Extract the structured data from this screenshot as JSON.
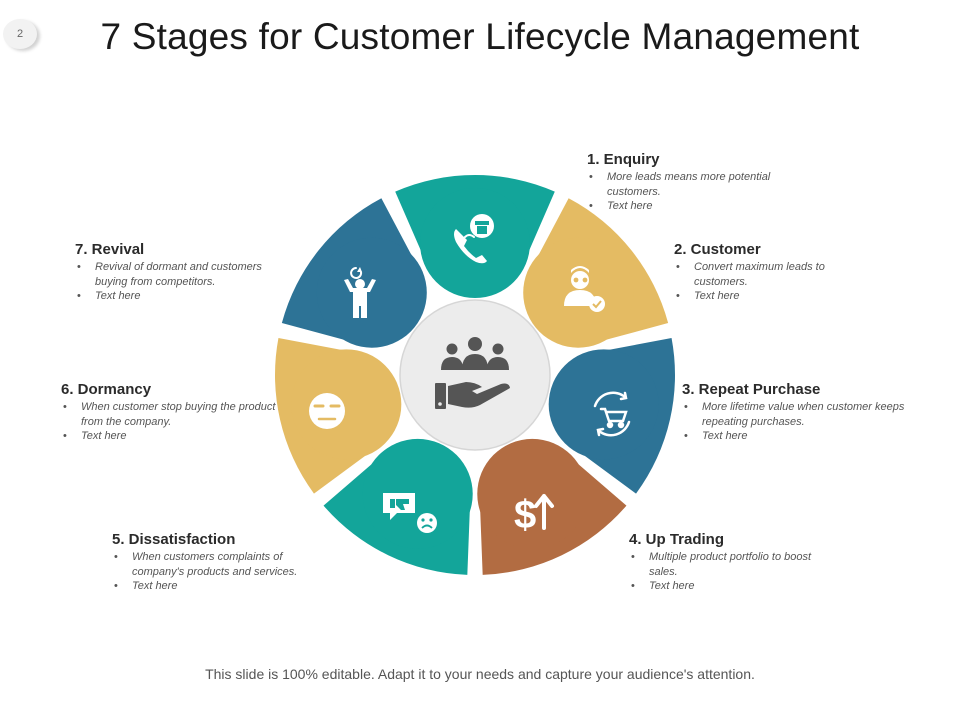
{
  "slide": {
    "page_number": "2",
    "title": "7 Stages for Customer Lifecycle Management",
    "footer": "This slide is 100% editable. Adapt it to your needs and capture your audience's attention."
  },
  "colors": {
    "teal": "#13a59a",
    "gold": "#e4bb63",
    "blue": "#2d7396",
    "brown": "#b26c42",
    "center_circle": "#ececec",
    "icon_gray": "#555555"
  },
  "stages": [
    {
      "heading": "1. Enquiry",
      "color": "teal",
      "icon": "phone-store-icon",
      "bullets": [
        "More leads means more potential customers.",
        "Text here"
      ]
    },
    {
      "heading": "2. Customer",
      "color": "gold",
      "icon": "customer-badge-icon",
      "bullets": [
        "Convert maximum leads to customers.",
        "Text here"
      ]
    },
    {
      "heading": "3. Repeat Purchase",
      "color": "blue",
      "icon": "cart-cycle-icon",
      "bullets": [
        "More lifetime value when customer keeps repeating purchases.",
        "Text here"
      ]
    },
    {
      "heading": "4. Up Trading",
      "color": "brown",
      "icon": "dollar-up-icon",
      "bullets": [
        "Multiple product portfolio to boost sales.",
        "Text here"
      ]
    },
    {
      "heading": "5. Dissatisfaction",
      "color": "teal",
      "icon": "thumbs-down-sad-icon",
      "bullets": [
        "When customers complaints of company's products and services.",
        "Text here"
      ]
    },
    {
      "heading": "6. Dormancy",
      "color": "gold",
      "icon": "bored-face-icon",
      "bullets": [
        "When customer stop buying the product from the company.",
        "Text here"
      ]
    },
    {
      "heading": "7. Revival",
      "color": "blue",
      "icon": "person-refresh-icon",
      "bullets": [
        "Revival of dormant and customers buying from competitors.",
        "Text here"
      ]
    }
  ],
  "center": {
    "icon": "group-hand-icon"
  }
}
